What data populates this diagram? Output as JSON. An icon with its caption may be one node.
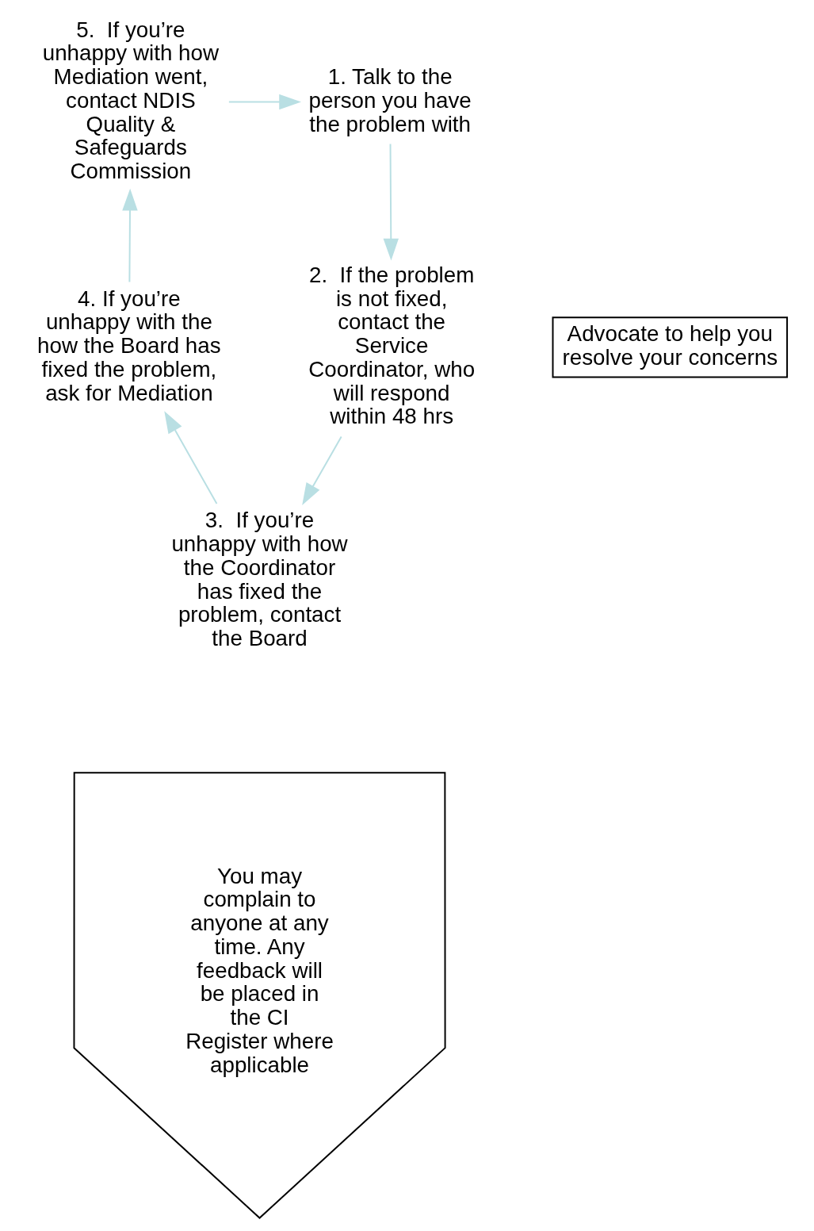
{
  "diagram": {
    "nodes": [
      {
        "text": [
          "1. Talk to the person you have the problem with"
        ]
      },
      {
        "text": [
          "2.  If the problem is not fixed, contact the Service Coordinator, who will respond within 48 hrs"
        ]
      },
      {
        "text": [
          "3.  If you’re unhappy with how the Coordinator has fixed the problem, contact the Board"
        ]
      },
      {
        "text": [
          "4. If you’re unhappy with the how the Board has fixed the problem, ask for Mediation"
        ]
      },
      {
        "text": [
          "5.  If you’re unhappy with how Mediation went, contact NDIS Quality & Safeguards Commission"
        ]
      },
      {
        "text": [
          "Advocate to help you resolve your concerns"
        ]
      },
      {
        "text": [
          "You may complain to anyone at any time. Any feedback will be placed in the CI Register where applicable"
        ]
      }
    ],
    "edges": [
      {
        "from": 4,
        "to": 0,
        "arrow": "to"
      },
      {
        "from": 0,
        "to": 1,
        "arrow": "to"
      },
      {
        "from": 1,
        "to": 2,
        "arrow": "to"
      },
      {
        "from": 2,
        "to": 3,
        "arrow": "to"
      },
      {
        "from": 3,
        "to": 4,
        "arrow": "to"
      }
    ]
  }
}
